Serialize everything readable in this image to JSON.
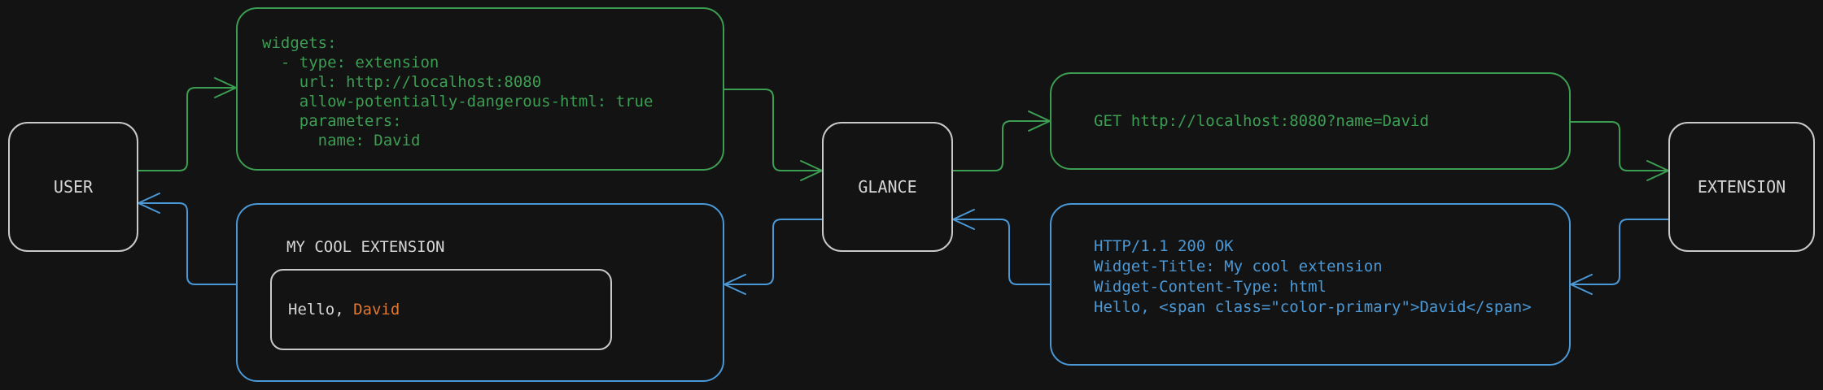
{
  "diagram": {
    "colors": {
      "background": "#131313",
      "green": "#3c9e52",
      "blue": "#4a98d6",
      "gray_border": "#c9c9c9",
      "gray_text": "#d6d6d6",
      "orange": "#e2782f"
    },
    "nodes": {
      "user": {
        "label": "USER"
      },
      "glance": {
        "label": "GLANCE"
      },
      "extension": {
        "label": "EXTENSION"
      }
    },
    "config_box": {
      "lines": [
        "widgets:",
        "  - type: extension",
        "    url: http://localhost:8080",
        "    allow-potentially-dangerous-html: true",
        "    parameters:",
        "      name: David"
      ]
    },
    "request_box": {
      "line": "GET http://localhost:8080?name=David"
    },
    "response_box": {
      "lines": [
        "HTTP/1.1 200 OK",
        "Widget-Title: My cool extension",
        "Widget-Content-Type: html",
        "",
        "Hello, <span class=\"color-primary\">David</span>"
      ]
    },
    "widget_box": {
      "title": "MY COOL EXTENSION",
      "greeting_prefix": "Hello, ",
      "greeting_name": "David"
    }
  }
}
